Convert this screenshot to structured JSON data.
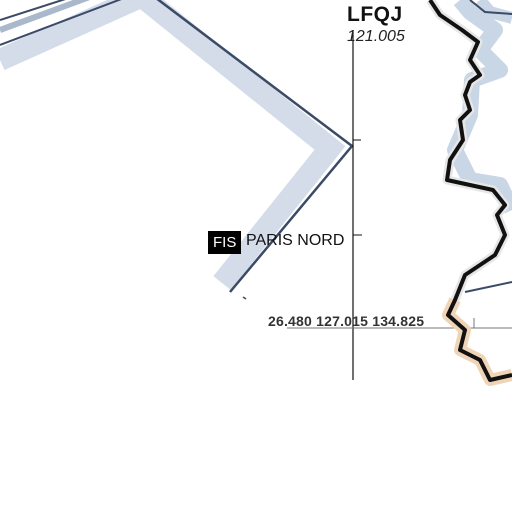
{
  "aerodrome": {
    "icao": "LFQJ",
    "frequency": "121.005"
  },
  "fis_sector": {
    "badge": "FIS",
    "name": "PARIS NORD",
    "frequencies": "26.480 127.015 134.825"
  },
  "colors": {
    "sector_border": "#3b4a66",
    "sector_band": "#d3dce8",
    "country_border": "#111111",
    "country_halo_blue": "#c9d6e6",
    "country_halo_tan": "#f0d4b8",
    "axis_line": "#111111"
  }
}
